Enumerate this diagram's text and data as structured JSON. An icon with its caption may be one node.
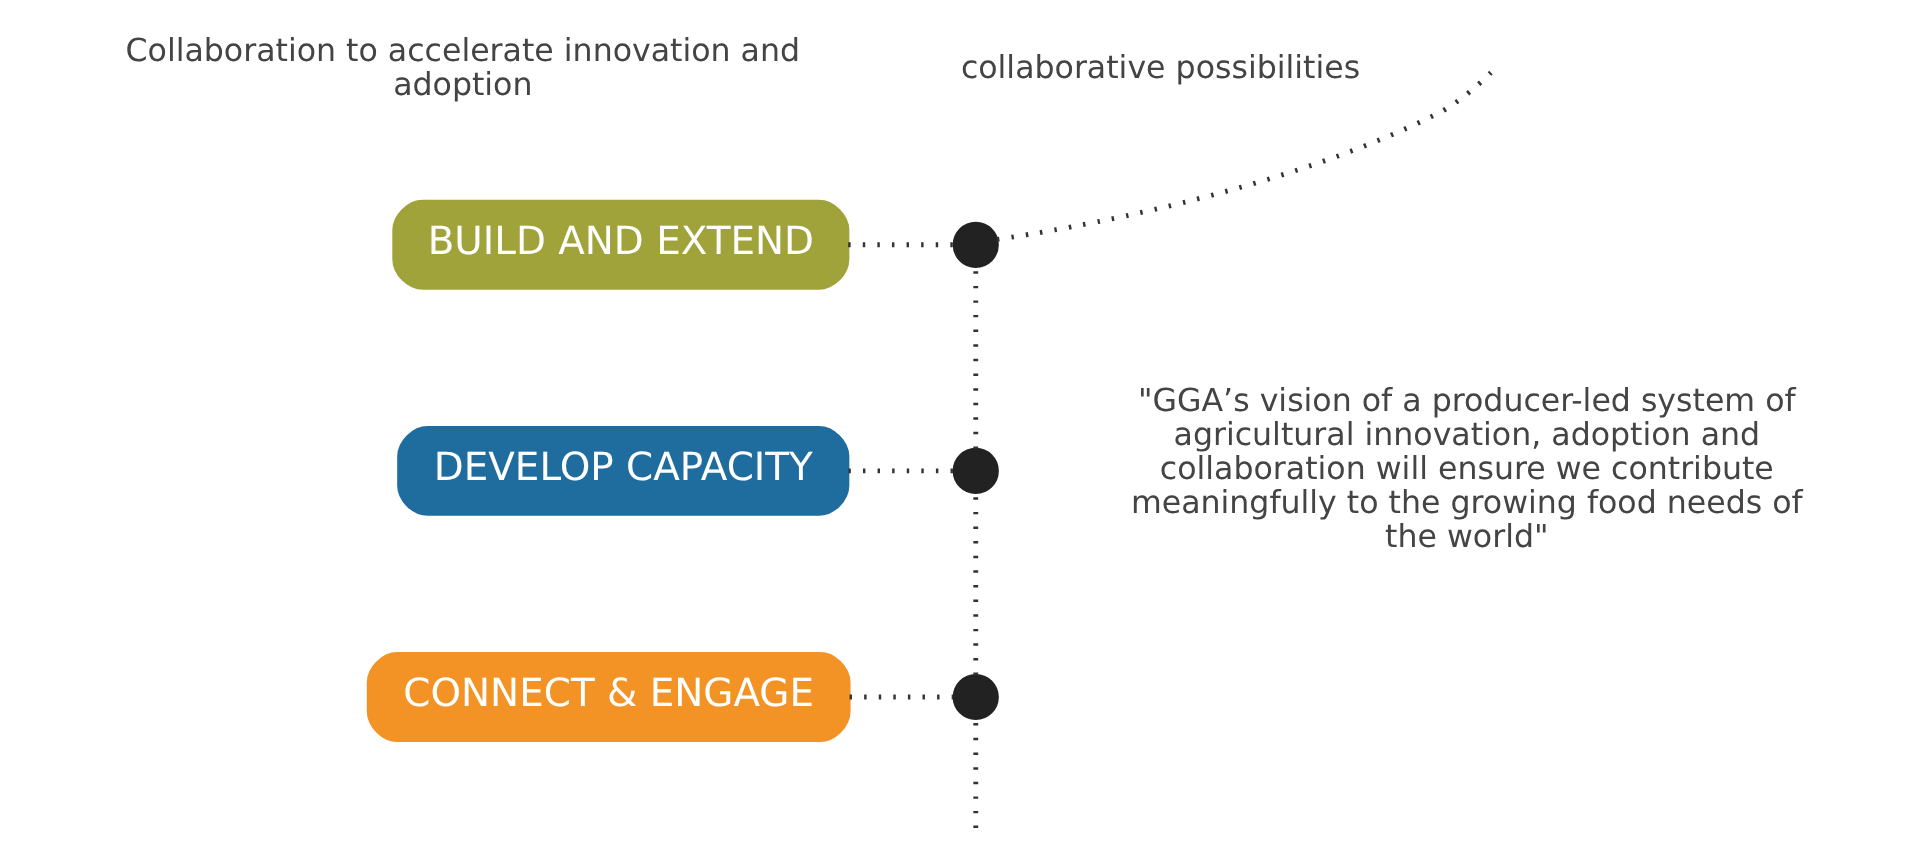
{
  "diagram": {
    "nodes": [
      {
        "text": [
          "BUILD AND EXTEND"
        ]
      },
      {
        "text": [],
        "shape": "circle"
      },
      {
        "text": [
          "DEVELOP CAPACITY"
        ]
      },
      {
        "text": [],
        "shape": "circle"
      },
      {
        "text": [
          "CONNECT & ENGAGE"
        ]
      },
      {
        "text": [],
        "shape": "circle"
      }
    ],
    "edges": [
      {
        "from": 0,
        "to": 1,
        "arrow": "none"
      },
      {
        "from": 2,
        "to": 3,
        "arrow": "none"
      },
      {
        "from": 4,
        "to": 5,
        "arrow": "none"
      },
      {
        "from": null,
        "to": 5,
        "arrow": "none"
      },
      {
        "from": 5,
        "to": 3,
        "arrow": "none"
      },
      {
        "from": 3,
        "to": 1,
        "arrow": "none"
      },
      {
        "from": 1,
        "to": null,
        "arrow": "none"
      }
    ],
    "labels": [
      "collaborative possibilities",
      "Collaboration to accelerate innovation and adoption",
      "\"GGA’s vision of a producer-led system of agricultural innovation, adoption and collaboration will ensure we contribute meaningfully to the growing food needs of the world\""
    ]
  }
}
